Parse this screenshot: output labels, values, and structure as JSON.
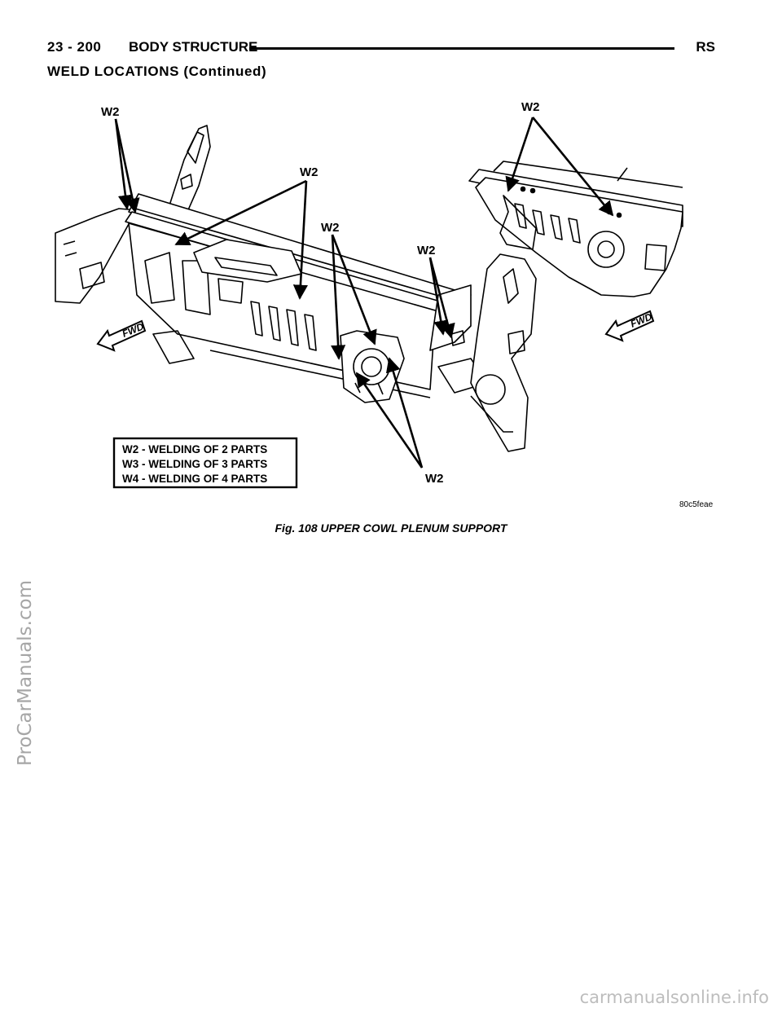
{
  "header": {
    "page_number": "23 - 200",
    "section": "BODY STRUCTURE",
    "code": "RS"
  },
  "subheading": "WELD LOCATIONS (Continued)",
  "figure": {
    "callouts": [
      "W2",
      "W2",
      "W2",
      "W2",
      "W2",
      "W2"
    ],
    "fwd_labels": [
      "FWD",
      "FWD"
    ],
    "legend": [
      "W2 - WELDING OF 2 PARTS",
      "W3 - WELDING OF 3 PARTS",
      "W4 - WELDING OF 4 PARTS"
    ],
    "image_code": "80c5feae"
  },
  "caption": "Fig. 108 UPPER COWL PLENUM SUPPORT",
  "watermarks": {
    "side": "ProCarManuals.com",
    "bottom": "carmanualsonline.info"
  }
}
